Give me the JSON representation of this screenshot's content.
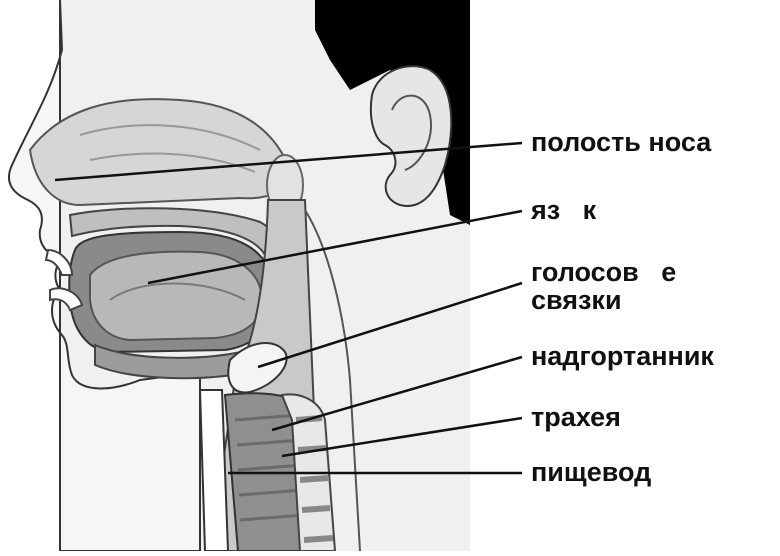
{
  "labels": {
    "nasal_cavity": "полость носа",
    "tongue": "яз   к",
    "vocal_cords_line1": "голосов   е",
    "vocal_cords_line2": "связки",
    "epiglottis": "надгортанник",
    "trachea": "трахея",
    "esophagus": "пищевод"
  },
  "colors": {
    "line": "#111111",
    "skin": "#ececec",
    "tissue_light": "#d9d9d9",
    "tissue_mid": "#a8a8a8",
    "tissue_dark": "#6e6e6e",
    "hair": "#000000"
  }
}
